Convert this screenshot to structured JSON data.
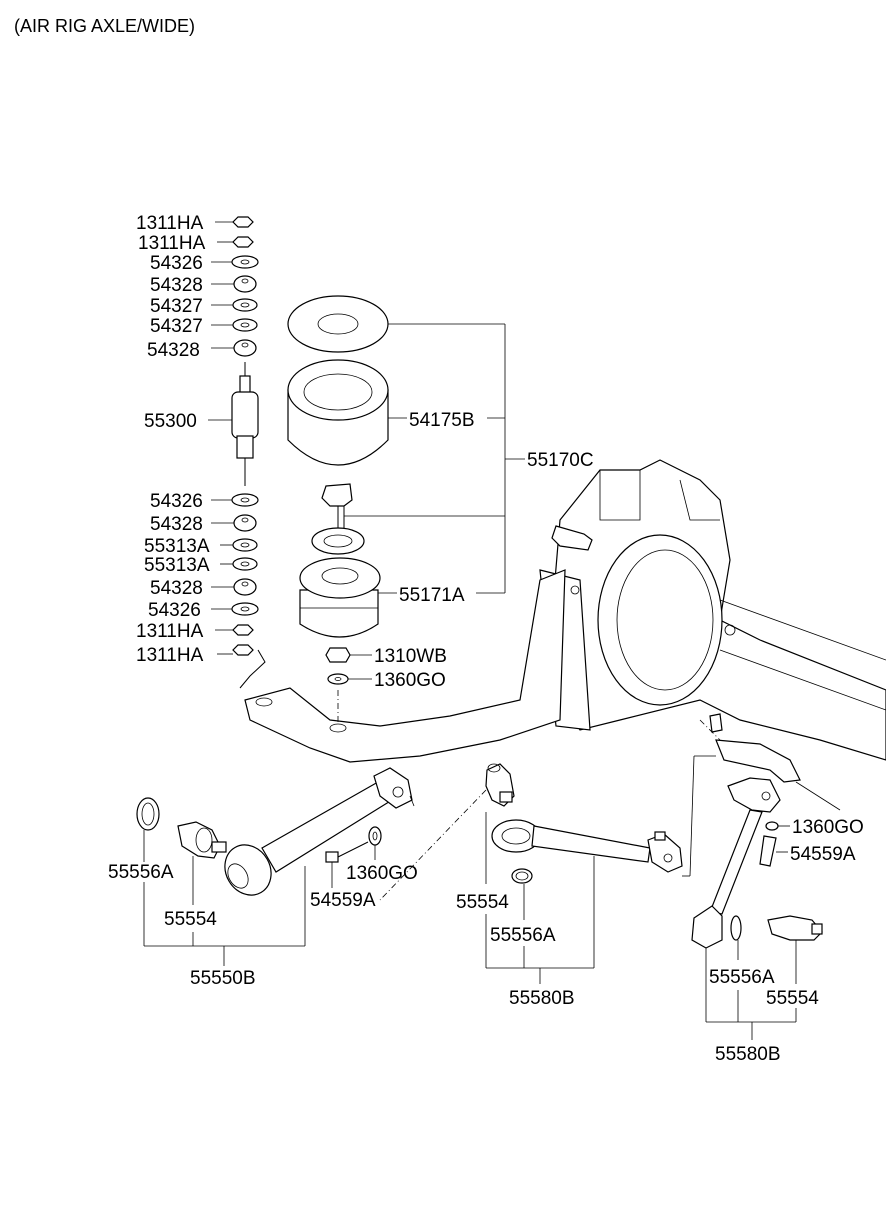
{
  "header": {
    "title": "(AIR RIG AXLE/WIDE)"
  },
  "labels": {
    "nut_1311ha": "1311HA",
    "washer_54326": "54326",
    "bush_54328": "54328",
    "washer_54327": "54327",
    "shock_55300": "55300",
    "bush_55313a": "55313A",
    "air_spring_54175b": "54175B",
    "assy_55170c": "55170C",
    "bracket_55171a": "55171A",
    "nut_1310wb": "1310WB",
    "washer_1360go": "1360GO",
    "bushing_55556a": "55556A",
    "bushing_55554": "55554",
    "bolt_54559a": "54559A",
    "arm_55550b": "55550B",
    "arm_55580b": "55580B"
  }
}
